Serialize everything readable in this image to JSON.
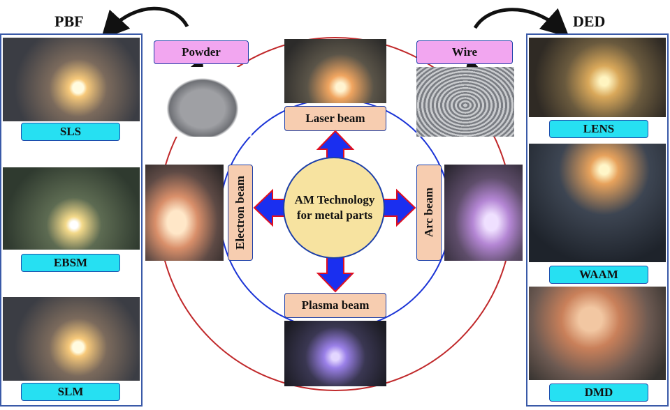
{
  "groups": {
    "left": {
      "title": "PBF",
      "items": [
        "SLS",
        "EBSM",
        "SLM"
      ]
    },
    "right": {
      "title": "DED",
      "items": [
        "LENS",
        "WAAM",
        "DMD"
      ]
    }
  },
  "feedstock": {
    "left": "Powder",
    "right": "Wire"
  },
  "sources": {
    "top": "Laser beam",
    "left": "Electron beam",
    "right": "Arc beam",
    "bottom": "Plasma beam"
  },
  "center": {
    "line1": "AM Technology",
    "line2": "for metal parts"
  },
  "colors": {
    "outer_circle": "#c0282a",
    "inner_circle": "#1a33d6",
    "arrow_fill": "#1a2ff0",
    "arrow_outline": "#e01020",
    "centre_fill": "#f7e3a0",
    "label_cyan": "#26e0f2",
    "label_pink": "#f2a6f0",
    "label_peach": "#f7cdb0"
  }
}
